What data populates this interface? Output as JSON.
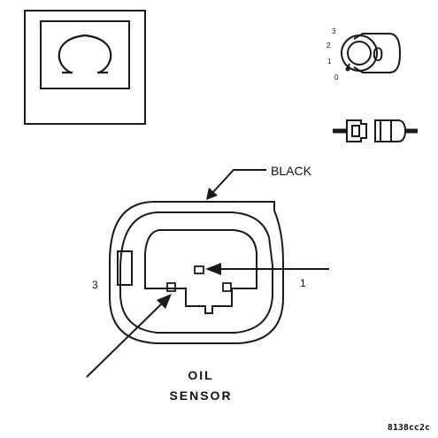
{
  "meter_icon": {
    "symbol": "ohm-symbol"
  },
  "ignition_icon": {
    "positions": [
      "3",
      "2",
      "1",
      "0"
    ],
    "cylinder_label": "0"
  },
  "connector": {
    "color_label": "BLACK",
    "pin_left": "3",
    "pin_right": "1"
  },
  "sensor_label": {
    "line1": "OIL",
    "line2": "SENSOR"
  },
  "figure_id": "8138cc2c",
  "colors": {
    "line": "#1a1a1a",
    "background": "#ffffff"
  }
}
